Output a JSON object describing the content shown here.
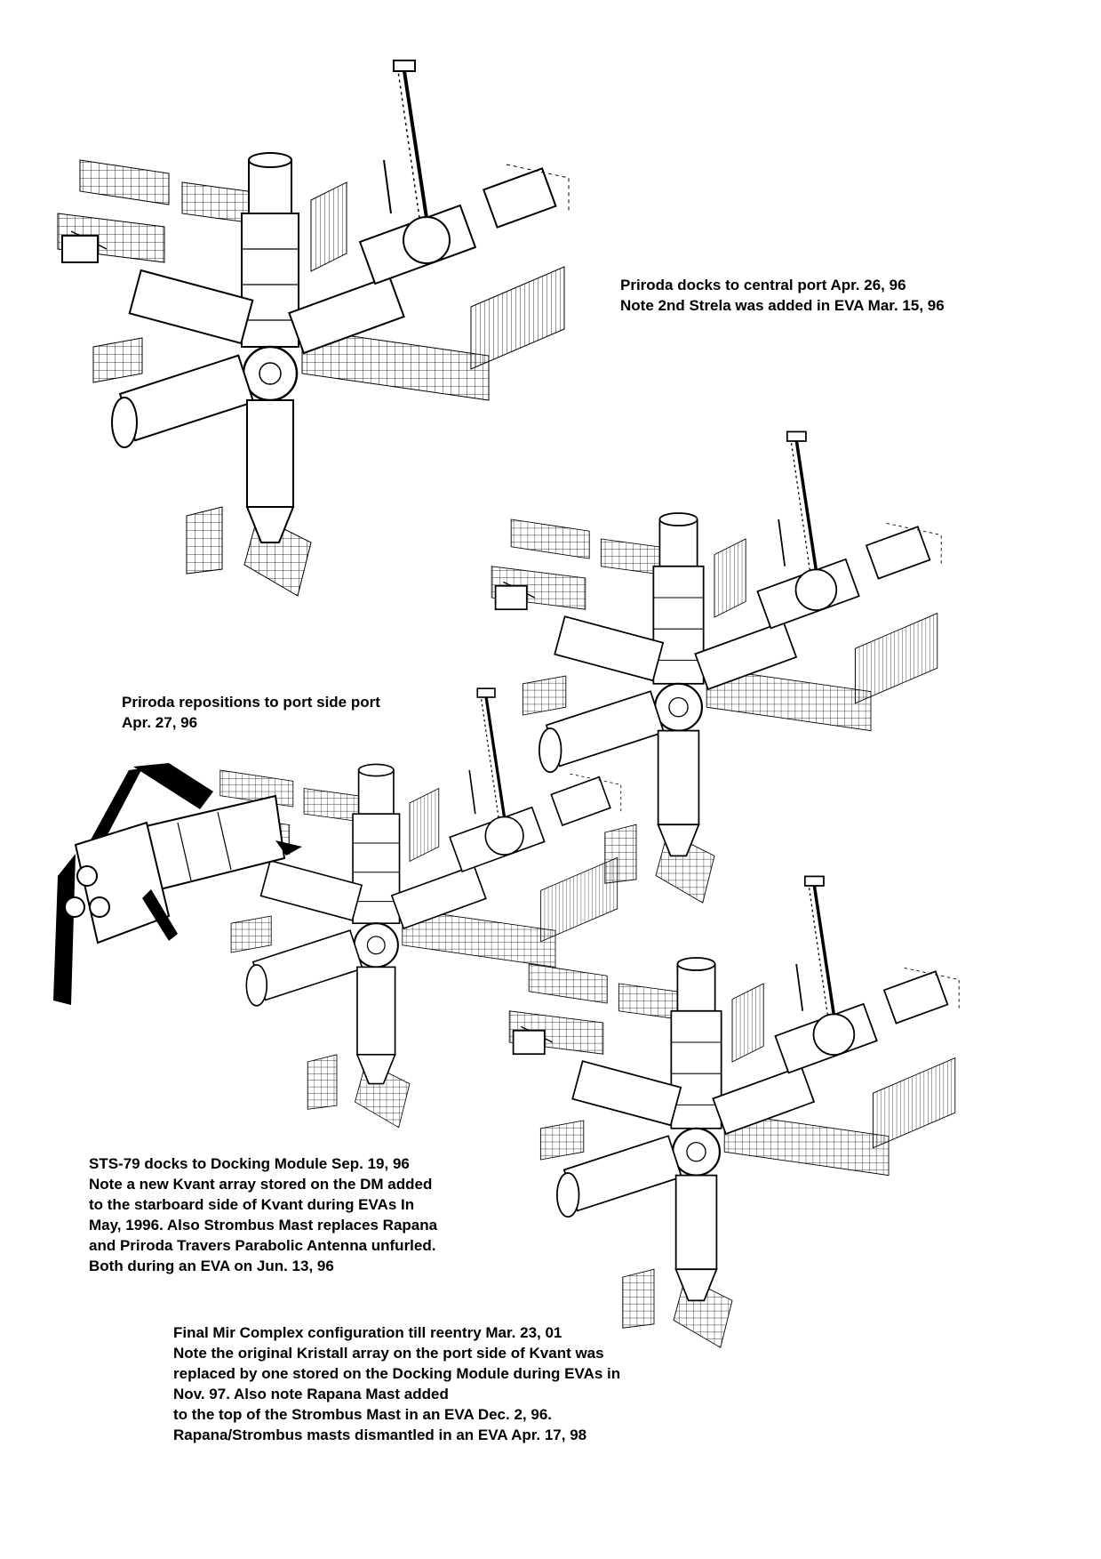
{
  "captions": [
    {
      "id": "central-port",
      "lines": [
        "Priroda docks to central port Apr. 26, 96",
        "Note 2nd Strela was added in EVA Mar. 15, 96"
      ]
    },
    {
      "id": "port-side",
      "lines": [
        "Priroda repositions to port side port",
        "Apr. 27, 96"
      ]
    },
    {
      "id": "sts79",
      "lines": [
        "STS-79 docks to Docking Module Sep. 19, 96",
        "Note a new Kvant array stored on the DM added",
        "to the starboard side of Kvant during EVAs In",
        "May, 1996. Also Strombus Mast replaces Rapana",
        "and Priroda Travers Parabolic Antenna unfurled.",
        "Both during an EVA on Jun. 13, 96"
      ]
    },
    {
      "id": "final",
      "lines": [
        "Final Mir Complex configuration till reentry Mar. 23, 01",
        "Note the original Kristall array on the port side of Kvant was",
        "replaced by one stored on the Docking Module during EVAs in",
        "Nov. 97. Also note Rapana Mast added",
        "to the top of the Strombus Mast in an EVA Dec. 2, 96.",
        "Rapana/Strombus masts dismantled in an EVA Apr. 17, 98"
      ]
    }
  ],
  "colors": {
    "ink": "#000000",
    "paper": "#ffffff"
  }
}
